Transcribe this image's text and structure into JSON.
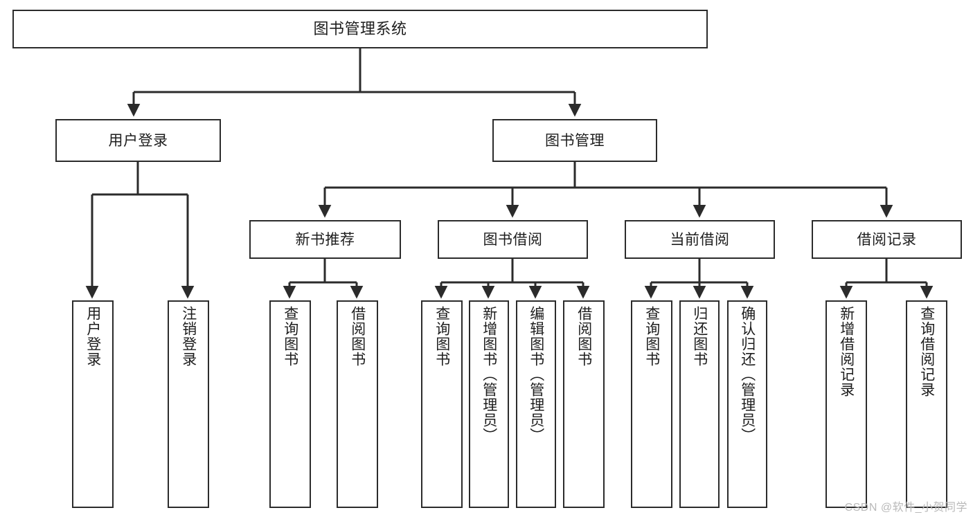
{
  "diagram": {
    "title": "图书管理系统",
    "type": "hierarchy-tree",
    "watermark": "CSDN @软件_小贺同学",
    "colors": {
      "box_border": "#2b2b2b",
      "box_fill": "#ffffff",
      "connector": "#2b2b2b",
      "text": "#1d1d1d",
      "watermark": "#b9b9b9"
    }
  },
  "root": {
    "label": "图书管理系统"
  },
  "level2": [
    {
      "label": "用户登录"
    },
    {
      "label": "图书管理"
    }
  ],
  "level3": [
    {
      "label": "新书推荐"
    },
    {
      "label": "图书借阅"
    },
    {
      "label": "当前借阅"
    },
    {
      "label": "借阅记录"
    }
  ],
  "leaves": {
    "user_login": [
      {
        "label": "用户登录"
      },
      {
        "label": "注销登录"
      }
    ],
    "new_book": [
      {
        "label": "查询图书"
      },
      {
        "label": "借阅图书"
      }
    ],
    "book_borrow": [
      {
        "label": "查询图书"
      },
      {
        "label": "新增图书（管理员）"
      },
      {
        "label": "编辑图书（管理员）"
      },
      {
        "label": "借阅图书"
      }
    ],
    "current_borrow": [
      {
        "label": "查询图书"
      },
      {
        "label": "归还图书"
      },
      {
        "label": "确认归还（管理员）"
      }
    ],
    "borrow_record": [
      {
        "label": "新增借阅记录"
      },
      {
        "label": "查询借阅记录"
      }
    ]
  }
}
